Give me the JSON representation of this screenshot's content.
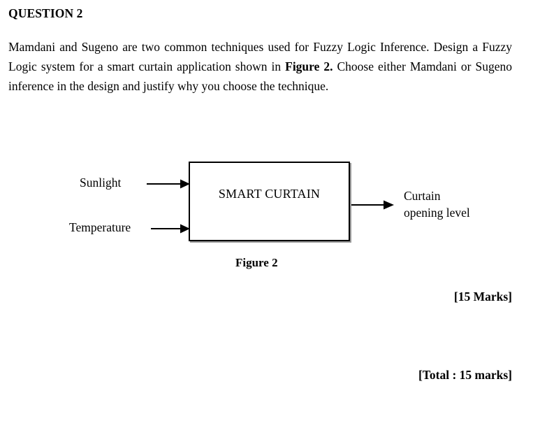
{
  "document": {
    "heading": "QUESTION 2",
    "body": {
      "segment_1": "Mamdani and Sugeno are two common techniques used for Fuzzy Logic Inference. Design a Fuzzy Logic system  for a smart curtain application shown in ",
      "bold_reference": "Figure 2.",
      "segment_2": " Choose either Mamdani or Sugeno inference in the design and justify why you choose the technique."
    },
    "figure": {
      "caption": "Figure 2",
      "block_label": "SMART CURTAIN",
      "inputs": [
        {
          "label": "Sunlight"
        },
        {
          "label": "Temperature"
        }
      ],
      "output": {
        "line_1": "Curtain",
        "line_2": "opening level"
      }
    },
    "marks": {
      "question_marks": "[15 Marks]",
      "total_marks": "[Total : 15 marks]"
    },
    "colors": {
      "text": "#000000",
      "background": "#ffffff",
      "box_border": "#000000",
      "box_shadow": "#9a9a9a"
    }
  }
}
